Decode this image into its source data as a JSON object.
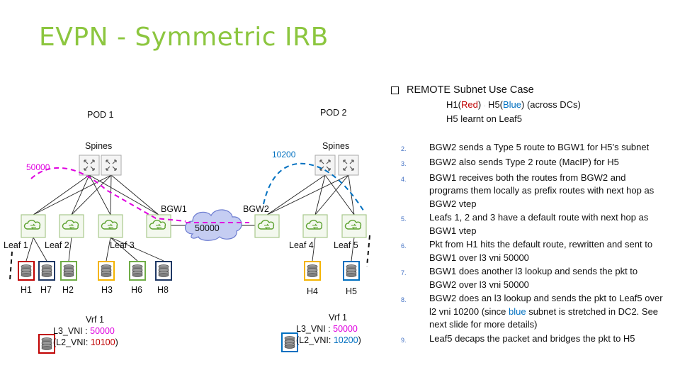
{
  "slide": {
    "title": "EVPN - Symmetric IRB"
  },
  "diagram": {
    "pod1_label": "POD 1",
    "pod2_label": "POD 2",
    "spines_label_1": "Spines",
    "spines_label_2": "Spines",
    "vni_pod1": "50000",
    "vni_pod2": "10200",
    "vni_cloud": "50000",
    "bgw1_label": "BGW1",
    "bgw2_label": "BGW2",
    "leaf_labels": [
      "Leaf 1",
      "Leaf 2",
      "Leaf 3",
      "Leaf 4",
      "Leaf 5"
    ],
    "host_labels": [
      "H1",
      "H7",
      "H2",
      "H3",
      "H6",
      "H8",
      "H4",
      "H5"
    ]
  },
  "vrf_pod1": {
    "title": "Vrf 1",
    "l3_prefix": "L3_VNI : ",
    "l3_value": "50000",
    "l2_prefix": "(L2_VNI: ",
    "l2_value": "10100",
    "l2_suffix": ")"
  },
  "vrf_pod2": {
    "title": "Vrf 1",
    "l3_prefix": "L3_VNI : ",
    "l3_value": "50000",
    "l2_prefix": "(L2_VNI: ",
    "l2_value": "10200",
    "l2_suffix": ")"
  },
  "notes": {
    "heading": "REMOTE Subnet Use Case",
    "sub1_prefix": "H1(",
    "sub1_red": "Red",
    "sub1_mid": ") ",
    "sub1_dot": "·",
    "sub1_mid2": " H5(",
    "sub1_blue": "Blue",
    "sub1_suffix": ") (across DCs)",
    "sub2": "H5 learnt on Leaf5",
    "steps": [
      {
        "num": "2.",
        "text": "BGW2 sends a Type 5 route to BGW1 for H5’s subnet"
      },
      {
        "num": "3.",
        "text": "BGW2 also sends Type 2 route (MacIP) for H5"
      },
      {
        "num": "4.",
        "text": "BGW1 receives both the routes from BGW2 and programs them locally as prefix routes with next hop as BGW2 vtep"
      },
      {
        "num": "5.",
        "text": "Leafs 1, 2 and 3 have a default route with next hop as BGW1 vtep"
      },
      {
        "num": "6.",
        "text": "Pkt from H1 hits the default route, rewritten and sent to BGW1 over l3 vni 50000"
      },
      {
        "num": "7.",
        "text": "BGW1 does another l3 lookup and sends the pkt to BGW2 over l3 vni 50000"
      },
      {
        "num": "8.",
        "text_before": "BGW2 does an l3 lookup and sends the pkt to Leaf5 over l2 vni 10200 (since ",
        "text_blue": "blue",
        "text_after": " subnet is stretched in DC2. See next slide for more details)"
      },
      {
        "num": "9.",
        "text": "Leaf5 decaps the packet and bridges the pkt to H5"
      }
    ]
  },
  "colors": {
    "title": "#8cc63f",
    "red": "#c00000",
    "blue": "#0070c0",
    "magenta": "#e000e0",
    "host_red": "#c00000",
    "host_navy": "#1f3864",
    "host_green": "#70ad47",
    "host_orange": "#f4b400",
    "host_blue": "#0070c0"
  }
}
